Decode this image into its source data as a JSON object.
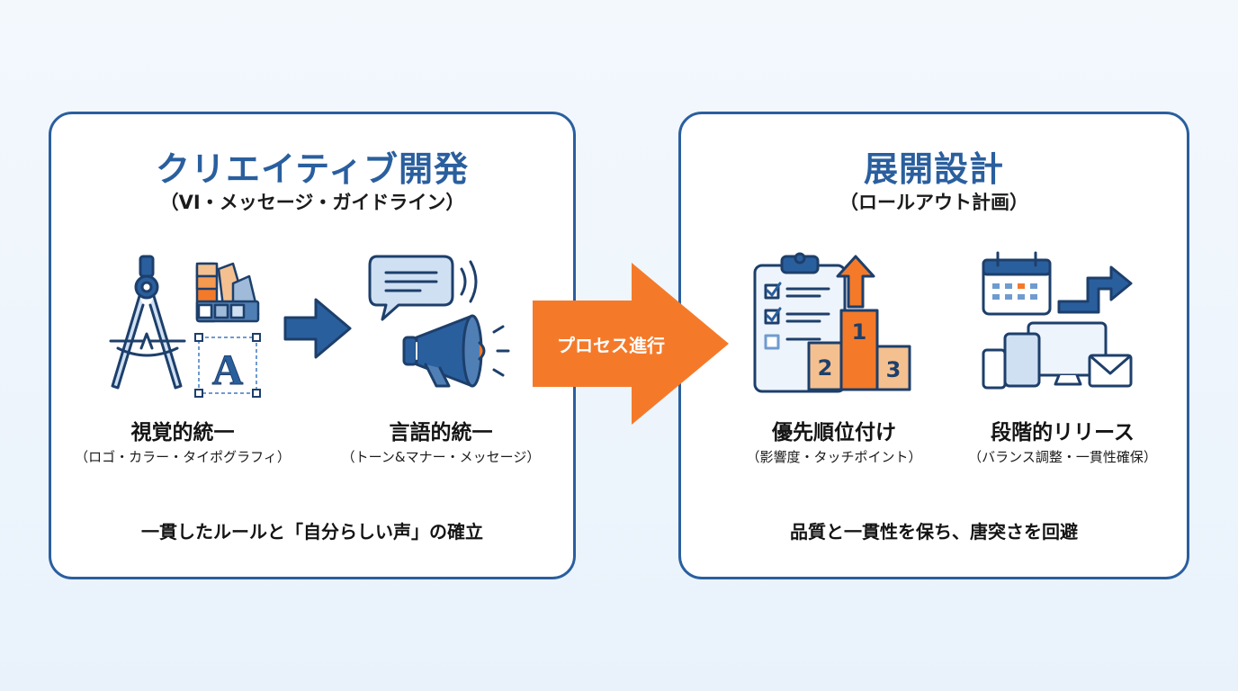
{
  "left": {
    "title": "クリエイティブ開発",
    "subtitle": "（VI・メッセージ・ガイドライン）",
    "items": [
      {
        "label": "視覚的統一",
        "sub": "（ロゴ・カラー・タイポグラフィ）"
      },
      {
        "label": "言語的統一",
        "sub": "（トーン&マナー・メッセージ）"
      }
    ],
    "footer": "一貫したルールと「自分らしい声」の確立"
  },
  "process": {
    "label": "プロセス進行"
  },
  "right": {
    "title": "展開設計",
    "subtitle": "（ロールアウト計画）",
    "items": [
      {
        "label": "優先順位付け",
        "sub": "（影響度・タッチポイント）"
      },
      {
        "label": "段階的リリース",
        "sub": "（バランス調整・一貫性確保）"
      }
    ],
    "footer": "品質と一貫性を保ち、唐突さを回避"
  },
  "podium": {
    "first": "1",
    "second": "2",
    "third": "3"
  },
  "typography_letter": "A",
  "colors": {
    "primary": "#2a5f9e",
    "accent": "#f47a2a",
    "light_blue": "#cfe0f3",
    "orange_light": "#f5c08f"
  },
  "icons": [
    "compass-icon",
    "color-swatch-icon",
    "typography-icon",
    "arrow-right-icon",
    "speech-bubble-icon",
    "megaphone-icon",
    "checklist-icon",
    "podium-icon",
    "up-arrow-icon",
    "calendar-icon",
    "stepped-arrow-icon",
    "devices-icon",
    "mail-icon"
  ]
}
